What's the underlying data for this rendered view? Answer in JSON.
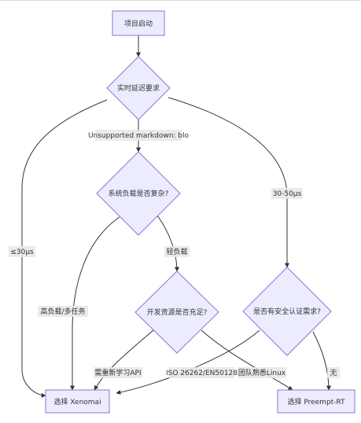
{
  "nodes": {
    "start": "项目启动",
    "realtime": "实时延迟要求",
    "complexity": "系统负载是否复杂?",
    "dev_resources": "开发资源是否充足?",
    "safety": "是否有安全认证需求?",
    "xenomai": "选择 Xenomai",
    "preempt": "选择 Preempt-RT"
  },
  "edge_labels": {
    "unsupported": "Unsupported markdown: blo",
    "le30": "≤30μs",
    "range": "30-50μs",
    "light": "轻负载",
    "heavy": "高负载/多任务",
    "relearn": "需重新学习API",
    "linux": "团队熟悉Linux",
    "iso": "ISO 26262/EN50128",
    "none": "无"
  },
  "colors": {
    "node_fill": "#ECECFF",
    "node_stroke": "#9370DB",
    "edge": "#333333",
    "label_bg": "#e8e8e8"
  }
}
